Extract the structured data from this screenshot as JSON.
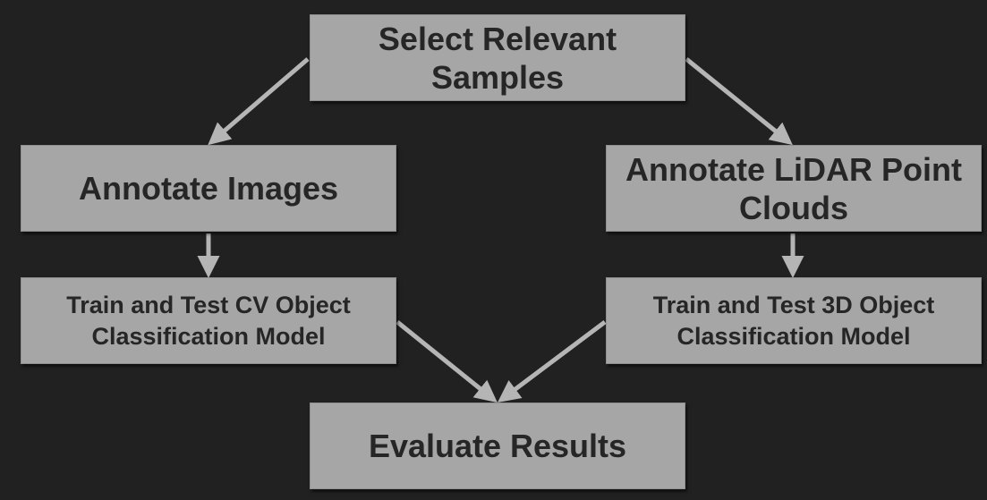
{
  "diagram": {
    "nodes": {
      "select": "Select Relevant\nSamples",
      "annotate_images": "Annotate Images",
      "annotate_lidar": "Annotate LiDAR Point\nClouds",
      "train_cv": "Train and Test CV Object\nClassification Model",
      "train_3d": "Train and Test 3D Object\nClassification Model",
      "evaluate": "Evaluate Results"
    },
    "edges": [
      {
        "from": "select",
        "to": "annotate_images"
      },
      {
        "from": "select",
        "to": "annotate_lidar"
      },
      {
        "from": "annotate_images",
        "to": "train_cv"
      },
      {
        "from": "annotate_lidar",
        "to": "train_3d"
      },
      {
        "from": "train_cv",
        "to": "evaluate"
      },
      {
        "from": "train_3d",
        "to": "evaluate"
      }
    ],
    "colors": {
      "background": "#212121",
      "box": "#a6a6a6",
      "text": "#262626",
      "arrow": "#b5b5b5"
    }
  }
}
